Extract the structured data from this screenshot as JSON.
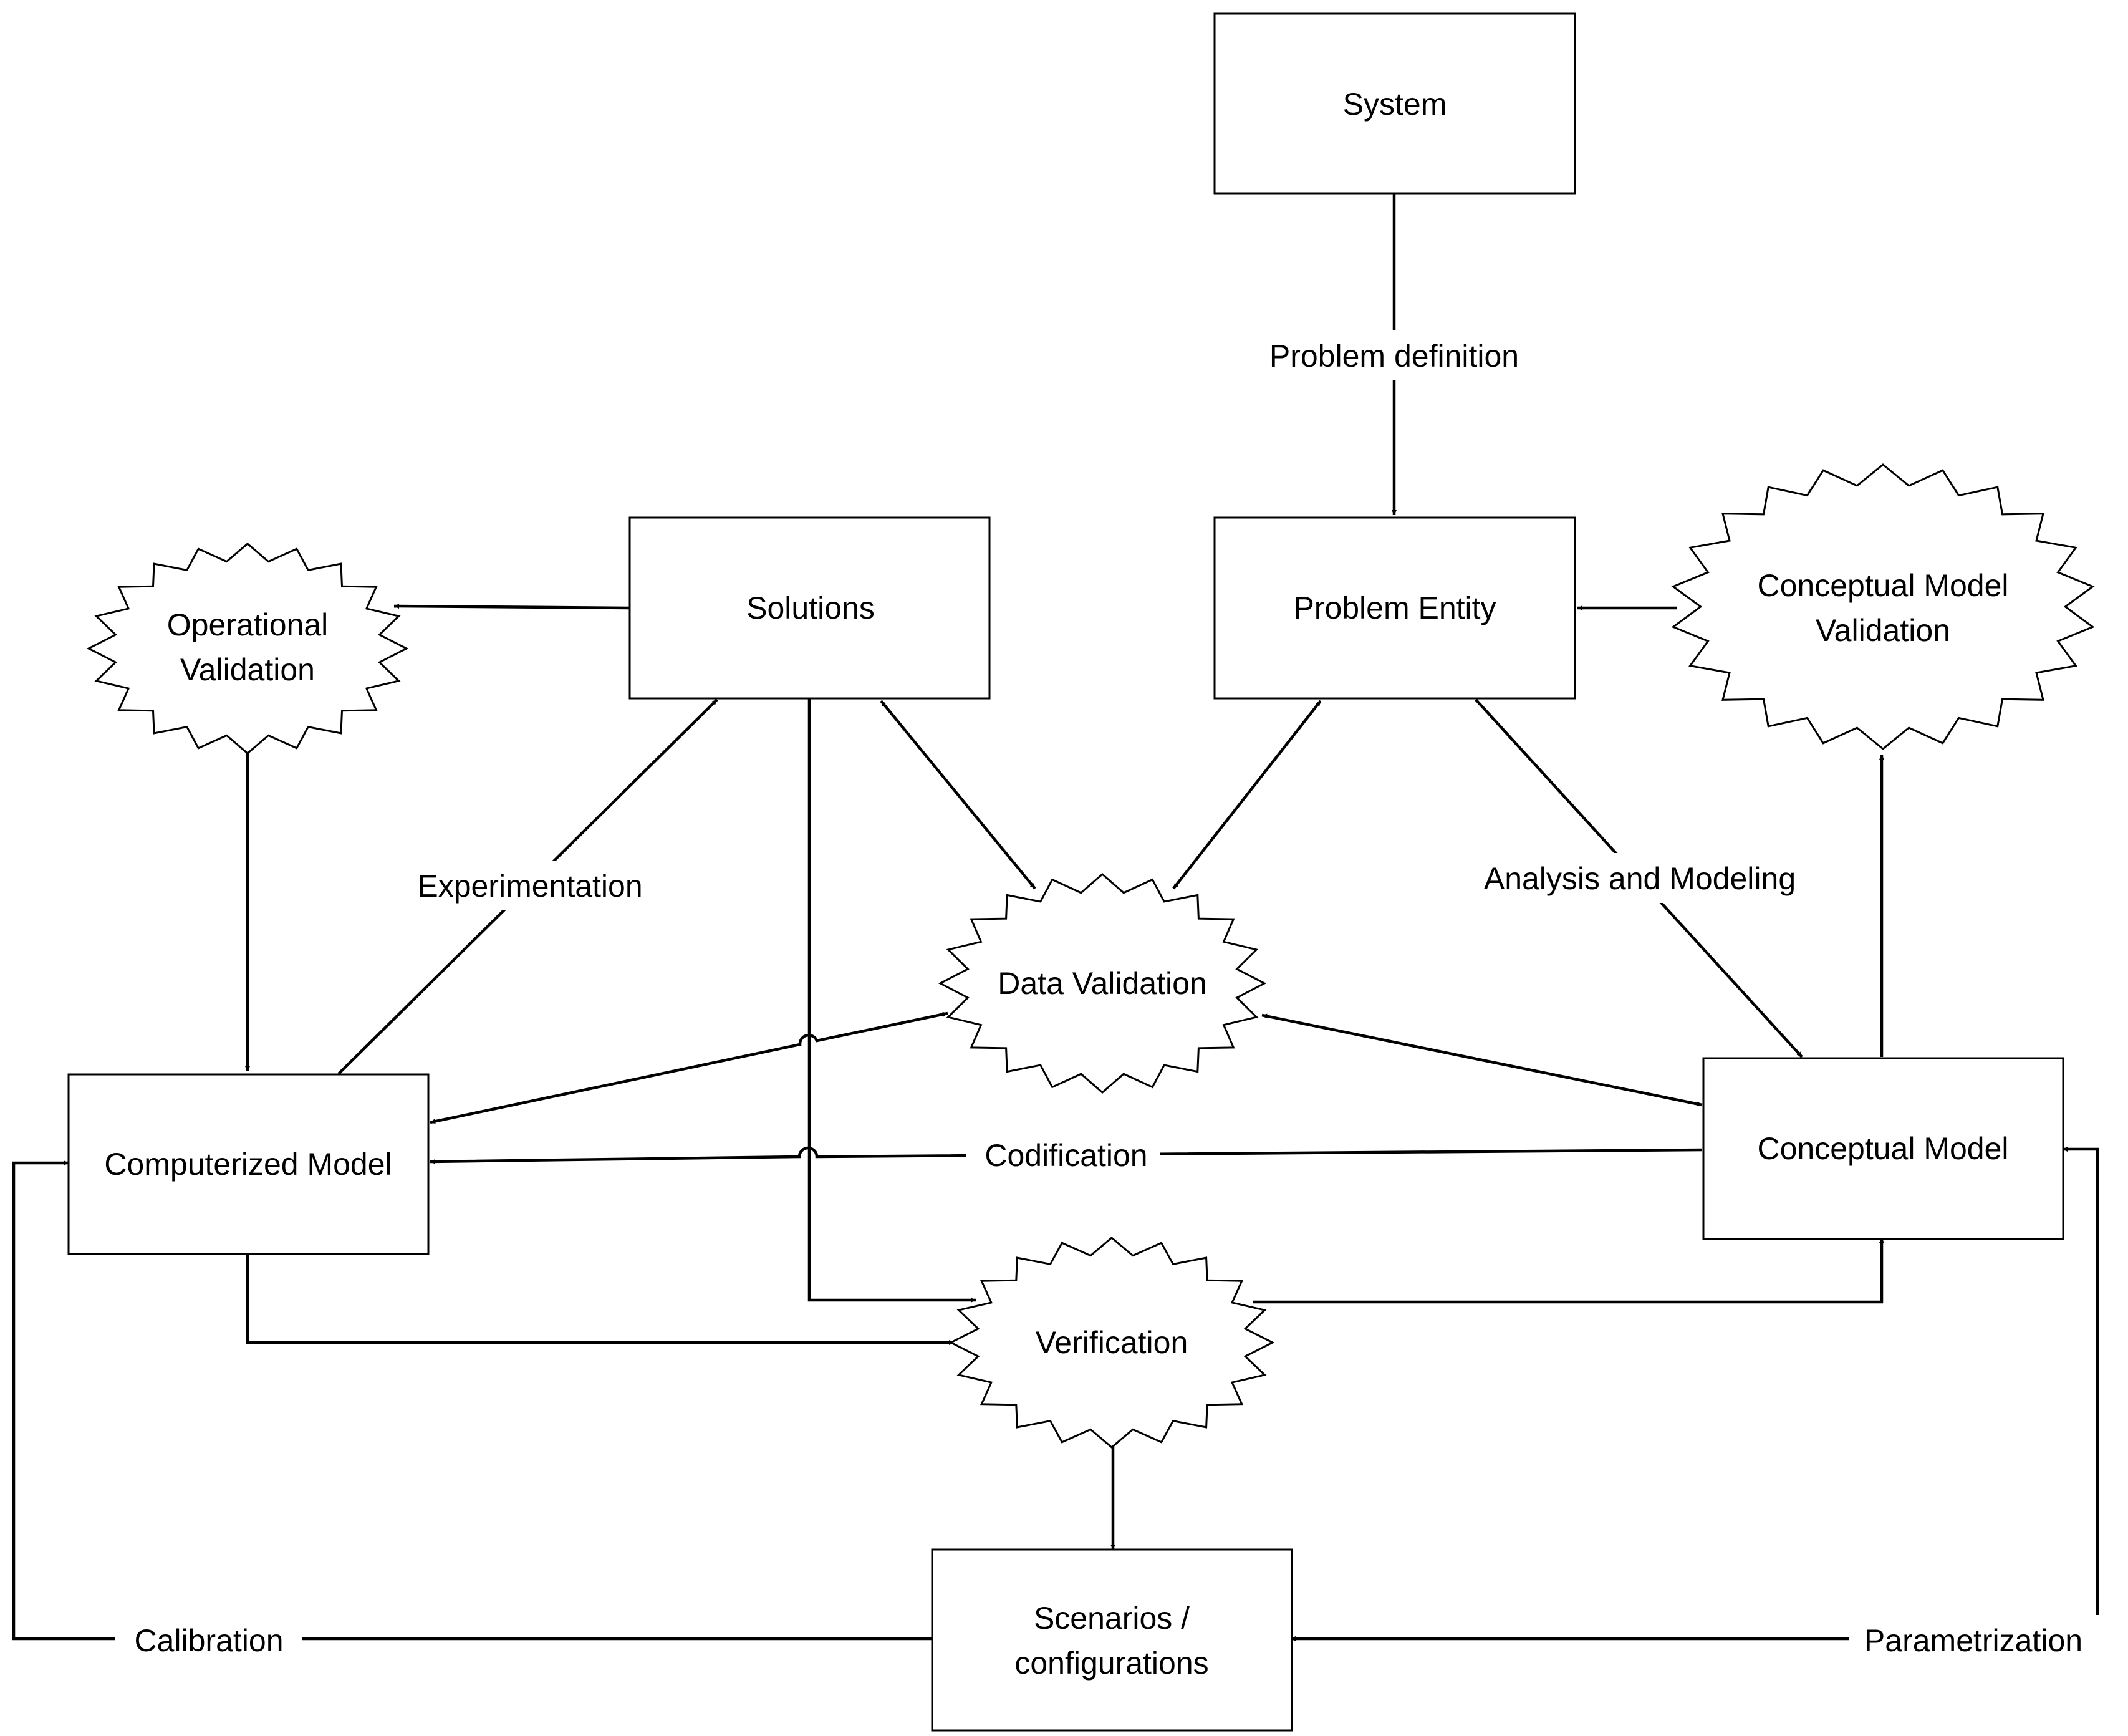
{
  "nodes": {
    "system": "System",
    "problem_entity": "Problem Entity",
    "solutions": "Solutions",
    "operational_validation": [
      "Operational",
      "Validation"
    ],
    "conceptual_model_validation": [
      "Conceptual Model",
      "Validation"
    ],
    "data_validation": "Data Validation",
    "computerized_model": "Computerized Model",
    "conceptual_model": "Conceptual Model",
    "verification": "Verification",
    "scenarios": [
      "Scenarios /",
      "configurations"
    ]
  },
  "edges": {
    "problem_definition": "Problem definition",
    "experimentation": "Experimentation",
    "analysis_modeling": "Analysis and Modeling",
    "codification": "Codification",
    "calibration": "Calibration",
    "parametrization": "Parametrization"
  }
}
